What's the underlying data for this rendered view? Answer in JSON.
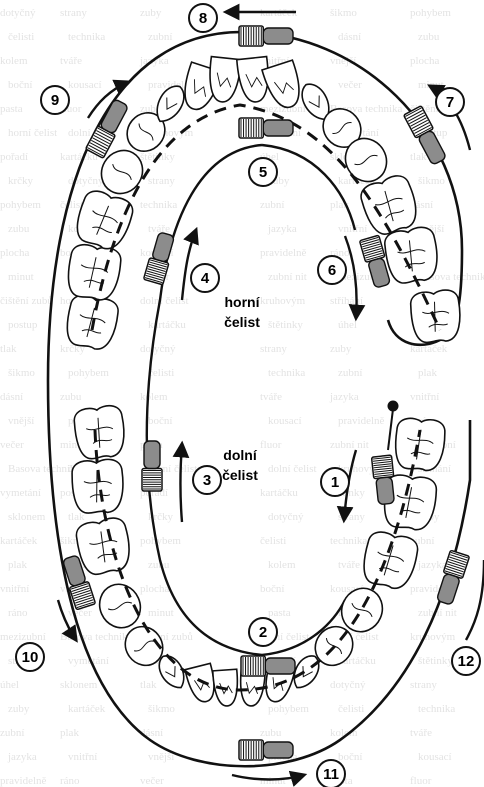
{
  "labels": {
    "upper_jaw": [
      "horní",
      "čelist"
    ],
    "lower_jaw": [
      "dolní",
      "čelist"
    ]
  },
  "steps": [
    "1",
    "2",
    "3",
    "4",
    "5",
    "6",
    "7",
    "8",
    "9",
    "10",
    "11",
    "12"
  ],
  "background_fragments": [
    "dotyčný",
    "strany",
    "zuby",
    "kartáček",
    "šikmo",
    "pohybem",
    "čelisti",
    "technika",
    "zubní",
    "plak",
    "dásní",
    "zubu",
    "kolem",
    "tváře",
    "jazyka",
    "vnitřní",
    "vnější",
    "plocha",
    "boční",
    "kousací",
    "pravidelně",
    "ráno",
    "večer",
    "minut",
    "pasta",
    "fluor",
    "zubní nit",
    "mezizubní",
    "Basova technika",
    "čištění zubů",
    "horní čelist",
    "dolní čelist",
    "kruhovým",
    "stříhání",
    "vymetání",
    "postup",
    "pořadí",
    "kartáčku",
    "štětinky",
    "úhel",
    "sklonem",
    "tlak",
    "krčky"
  ],
  "colors": {
    "ink": "#111111",
    "brush_handle": "#8c8c8c",
    "tooth_fill": "#ffffff",
    "background_text": "#9a9a9a"
  }
}
